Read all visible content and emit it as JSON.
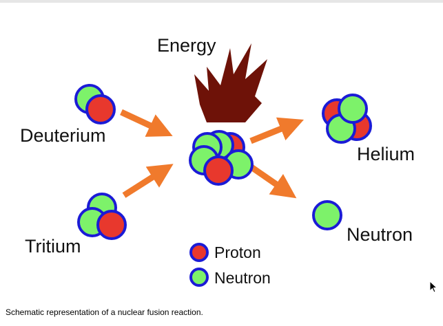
{
  "diagram": {
    "labels": {
      "energy": "Energy",
      "deuterium": "Deuterium",
      "tritium": "Tritium",
      "helium": "Helium",
      "neutron": "Neutron"
    },
    "legend": {
      "proton": "Proton",
      "neutron": "Neutron"
    },
    "colors": {
      "proton": "#e8382d",
      "neutron": "#7df26a",
      "particle_outline": "#1b1bd6",
      "arrow": "#f07a2c",
      "energy_burst": "#6e1208"
    },
    "icons": [
      "energy-burst-icon",
      "arrow-icon",
      "mouse-cursor-icon"
    ]
  },
  "caption": "Schematic representation of a nuclear fusion reaction."
}
